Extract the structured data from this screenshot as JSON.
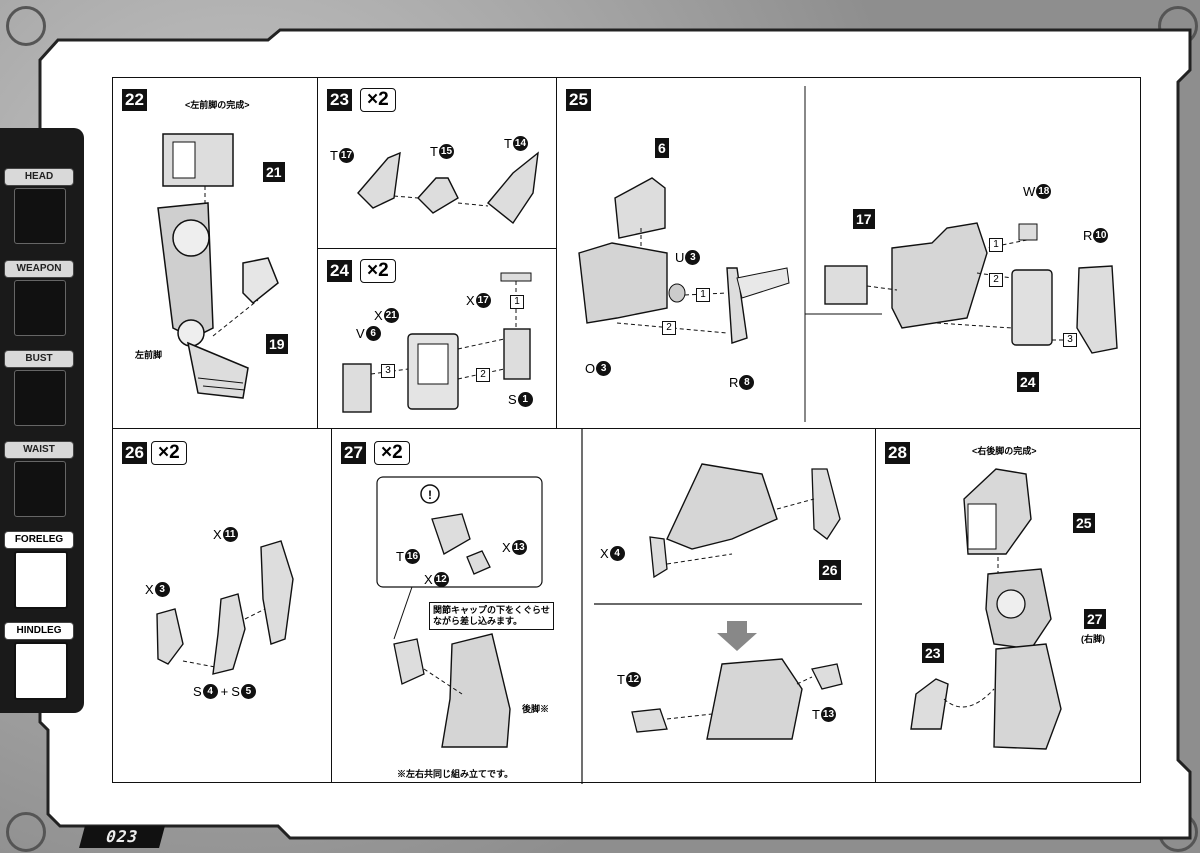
{
  "page_number": "023",
  "sidebar": {
    "tabs": [
      {
        "label": "HEAD",
        "active": false
      },
      {
        "label": "WEAPON",
        "active": false
      },
      {
        "label": "BUST",
        "active": false
      },
      {
        "label": "WAIST",
        "active": false
      },
      {
        "label": "FORELEG",
        "active": true
      },
      {
        "label": "HINDLEG",
        "active": true
      }
    ]
  },
  "steps": {
    "s22": {
      "num": "22",
      "caption": "<左前脚の完成>",
      "part_a": "21",
      "part_b": "19",
      "leg_label": "左前脚"
    },
    "s23": {
      "num": "23",
      "mult": "×2",
      "parts": [
        {
          "l": "T",
          "n": "17"
        },
        {
          "l": "T",
          "n": "15"
        },
        {
          "l": "T",
          "n": "14"
        }
      ]
    },
    "s24": {
      "num": "24",
      "mult": "×2",
      "parts": [
        {
          "l": "V",
          "n": "6"
        },
        {
          "l": "X",
          "n": "21"
        },
        {
          "l": "X",
          "n": "17"
        },
        {
          "l": "S",
          "n": "1"
        }
      ],
      "seq": [
        "1",
        "2",
        "3"
      ]
    },
    "s25": {
      "num": "25",
      "part_top": "6",
      "parts": [
        {
          "l": "U",
          "n": "3"
        },
        {
          "l": "O",
          "n": "3"
        },
        {
          "l": "R",
          "n": "8"
        }
      ],
      "seq": [
        "1",
        "2"
      ],
      "right": {
        "box17": "17",
        "w": {
          "l": "W",
          "n": "18"
        },
        "r": {
          "l": "R",
          "n": "10"
        },
        "box24": "24",
        "seq": [
          "1",
          "2",
          "3"
        ]
      }
    },
    "s26": {
      "num": "26",
      "mult": "×2",
      "parts": [
        {
          "l": "X",
          "n": "11"
        },
        {
          "l": "X",
          "n": "3"
        },
        {
          "l": "S",
          "n": "4"
        },
        {
          "l": "S",
          "n": "5"
        }
      ],
      "plus": "+"
    },
    "s27": {
      "num": "27",
      "mult": "×2",
      "inset_parts": [
        {
          "l": "T",
          "n": "16"
        },
        {
          "l": "X",
          "n": "13"
        },
        {
          "l": "X",
          "n": "12"
        }
      ],
      "note": "関節キャップの下をくぐらせながら差し込みます。",
      "note_line1": "関節キャップの下をくぐらせ",
      "note_line2": "ながら差し込みます。",
      "hind_label": "後脚※",
      "footnote": "※左右共同じ組み立てです。",
      "right_parts": [
        {
          "l": "X",
          "n": "4"
        },
        {
          "l": "T",
          "n": "12"
        },
        {
          "l": "T",
          "n": "13"
        }
      ],
      "box26": "26"
    },
    "s28": {
      "num": "28",
      "caption": "<右後脚の完成>",
      "box25": "25",
      "box27": "27",
      "box27_sub": "(右脚)",
      "box23": "23"
    }
  }
}
